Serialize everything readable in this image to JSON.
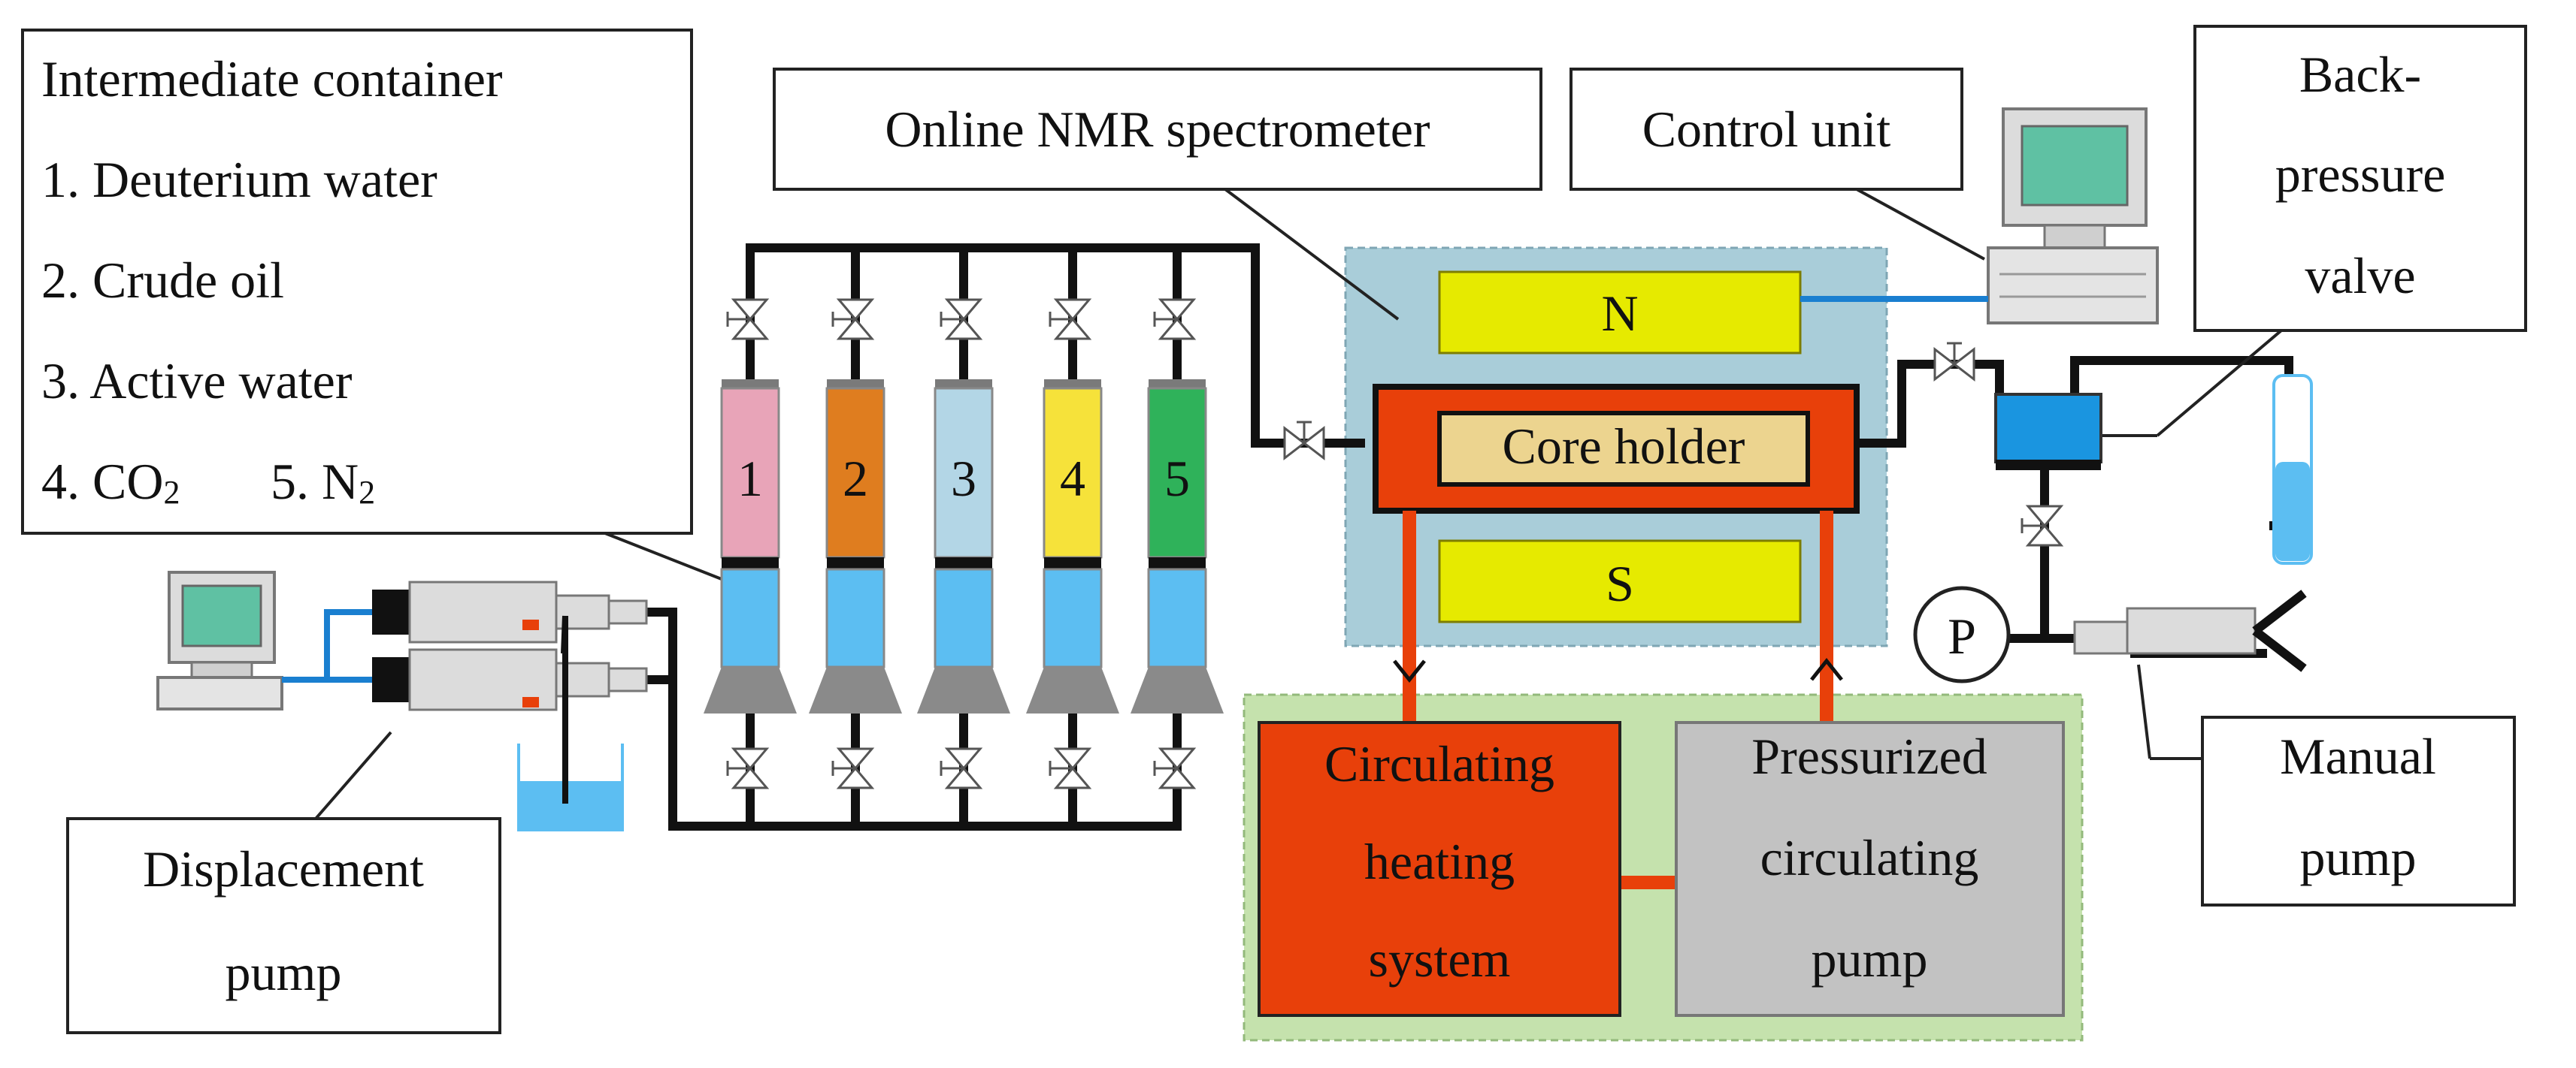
{
  "intermediate_container": {
    "title": "Intermediate container",
    "items": [
      "1. Deuterium water",
      "2. Crude oil",
      "3. Active water"
    ],
    "item4": "4. CO",
    "item4_sub": "2",
    "item5": "5. N",
    "item5_sub": "2"
  },
  "containers": [
    {
      "number": "1",
      "color": "#e8a4b8"
    },
    {
      "number": "2",
      "color": "#df7d1f"
    },
    {
      "number": "3",
      "color": "#b3d6e6"
    },
    {
      "number": "4",
      "color": "#f6e23a"
    },
    {
      "number": "5",
      "color": "#2fb25a"
    }
  ],
  "labels": {
    "nmr": "Online NMR spectrometer",
    "control_unit": "Control unit",
    "back_pressure_valve": [
      "Back-",
      "pressure",
      "valve"
    ],
    "magnet_north": "N",
    "magnet_south": "S",
    "core_holder": "Core holder",
    "pressure_gauge": "P",
    "manual_pump": [
      "Manual",
      "pump"
    ],
    "displacement_pump": [
      "Displacement",
      "pump"
    ],
    "circulating_heating": [
      "Circulating",
      "heating",
      "system"
    ],
    "pressurized_pump": [
      "Pressurized",
      "circulating",
      "pump"
    ]
  },
  "colors": {
    "nmr_zone": "#a9cdd9",
    "heating_zone": "#c5e2ad",
    "magnet": "#e6ea00",
    "core_holder_frame": "#e8400a",
    "core_holder_inner": "#ecd48f",
    "heating_system": "#e8400a",
    "pressurized_pump": "#c2c2c2",
    "water": "#5cbef2",
    "back_pressure_block": "#1a95e0",
    "signal_line": "#1a7fd0",
    "pipe": "#111111"
  }
}
